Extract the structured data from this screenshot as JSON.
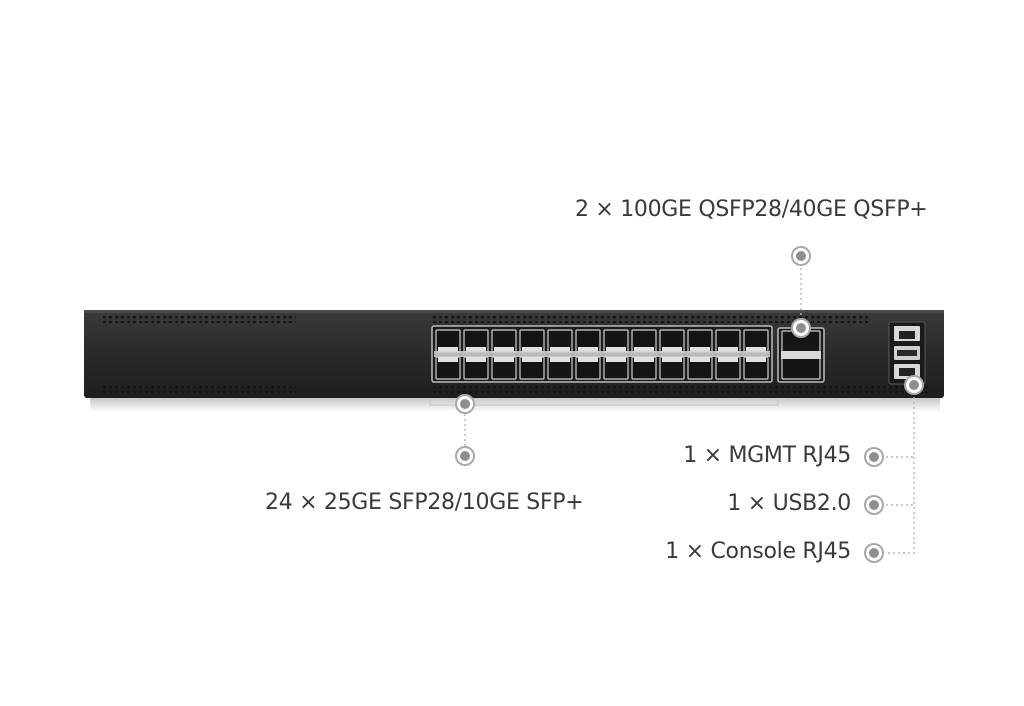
{
  "callouts": {
    "qsfp": "2 × 100GE  QSFP28/40GE QSFP+",
    "sfp": "24 × 25GE  SFP28/10GE SFP+",
    "mgmt": "1 × MGMT RJ45",
    "usb": "1 × USB2.0",
    "console": "1 × Console RJ45"
  },
  "ports": {
    "sfp_count": 24,
    "qsfp_count": 2
  },
  "colors": {
    "chassis": "#2b2b2b",
    "label_text": "#3a3a3a",
    "callout_line": "#b5b5b5"
  }
}
